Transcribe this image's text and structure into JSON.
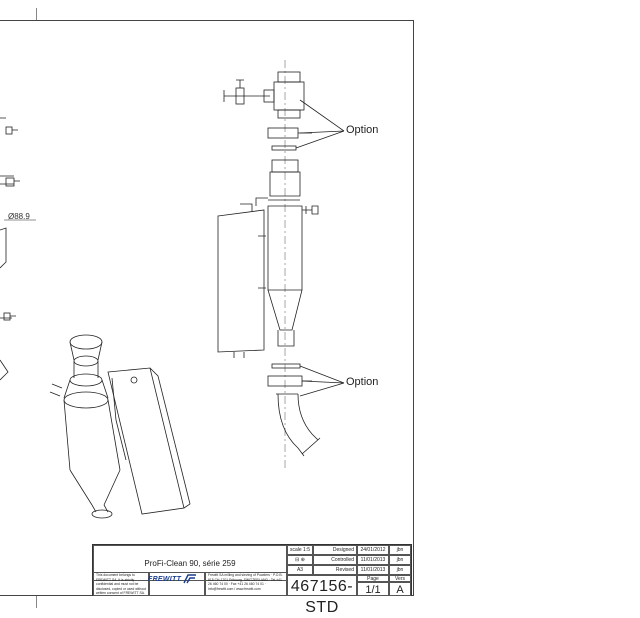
{
  "labels": {
    "option_top": "Option",
    "option_bottom": "Option",
    "diameter": "Ø88.9"
  },
  "title_block": {
    "title": "ProFi-Clean 90, série 259",
    "scale_label": "scale 1:5",
    "format": "A3",
    "designed_label": "Designed",
    "controlled_label": "Controlled",
    "revised_label": "Revised",
    "designed_date": "24/01/2012",
    "controlled_date": "11/01/2013",
    "revised_date": "11/01/2013",
    "designed_by": "jbn",
    "controlled_by": "jbn",
    "revised_by": "jbn",
    "page_label": "Page",
    "version_label": "Vers",
    "page": "1/1",
    "version": "A",
    "drawing_number": "467156-STD",
    "company": "FREWITT",
    "company_address": "Frewitt SA milling and sieving of Powders · P.O.B. 615 CH-1701 Fribourg, SWITZERLAND · Tel +41 26 460 74 00 · Fax +41 26 460 74 01 · info@frewitt.com / www.frewitt.com",
    "confidential_notice": "This document belongs to FREWITT SA. It is strictly confidential and must not be disclosed, copied or used without written consent of FREWITT SA."
  },
  "colors": {
    "line": "#222222",
    "logo": "#1a3d8f"
  }
}
